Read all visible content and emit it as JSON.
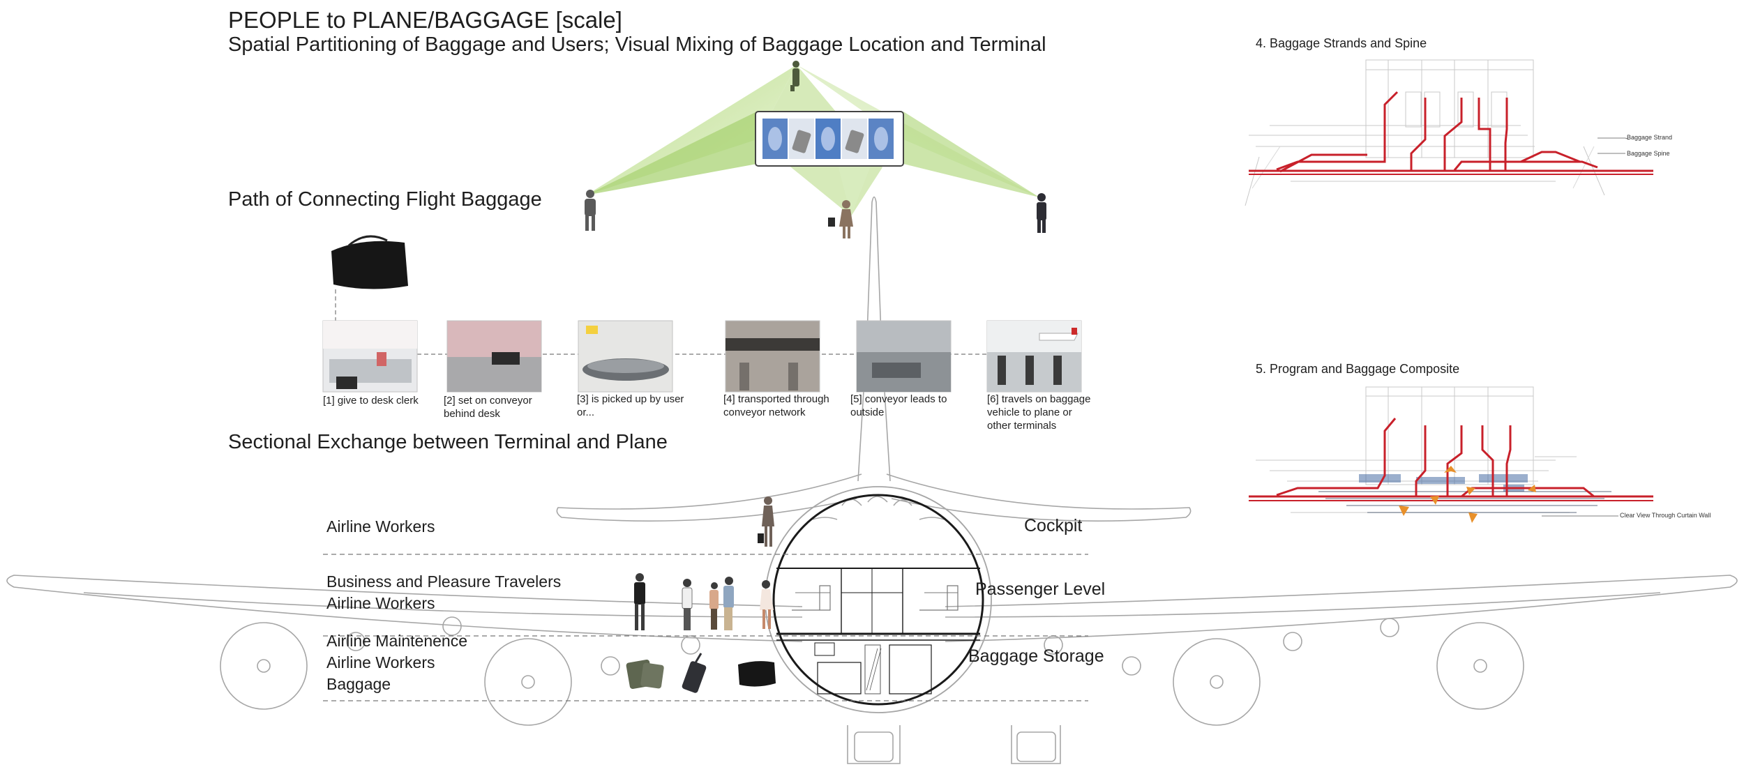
{
  "title": "PEOPLE to PLANE/BAGGAGE [scale]",
  "subtitle": "Spatial Partitioning of Baggage and Users; Visual Mixing of Baggage Location and Terminal",
  "sections": {
    "connecting_path": "Path of Connecting Flight Baggage",
    "sectional_exchange": "Sectional Exchange between Terminal and Plane"
  },
  "baggage_steps": [
    "[1] give to desk clerk",
    "[2] set on conveyor behind desk",
    "[3] is picked up by user or...",
    "[4] transported through conveyor network",
    "[5] conveyor leads to outside",
    "[6] travels on baggage vehicle to plane or other terminals"
  ],
  "zones_left": {
    "top": [
      "Airline Workers"
    ],
    "middle": [
      "Business and Pleasure Travelers",
      "Airline Workers"
    ],
    "bottom": [
      "Airline Maintenence",
      "Airline Workers",
      "Baggage"
    ]
  },
  "zones_right": {
    "top": "Cockpit",
    "middle": "Passenger Level",
    "bottom": "Baggage Storage"
  },
  "panels": {
    "p4": {
      "title": "4. Baggage Strands and Spine",
      "labels": [
        "Baggage Strand",
        "Baggage Spine"
      ]
    },
    "p5": {
      "title": "5. Program and Baggage Composite",
      "labels": [
        "Clear View Through Curtain Wall"
      ]
    }
  },
  "colors": {
    "strand_red": "#c8202a",
    "view_cone_green": "#9ccc55",
    "annotation_orange": "#e8902a",
    "program_blue": "#4a6fa5",
    "line_gray": "#9a9a9a"
  },
  "icons": [
    "suitcase-icon",
    "person-silhouette-icon",
    "duffel-bag-icon"
  ]
}
